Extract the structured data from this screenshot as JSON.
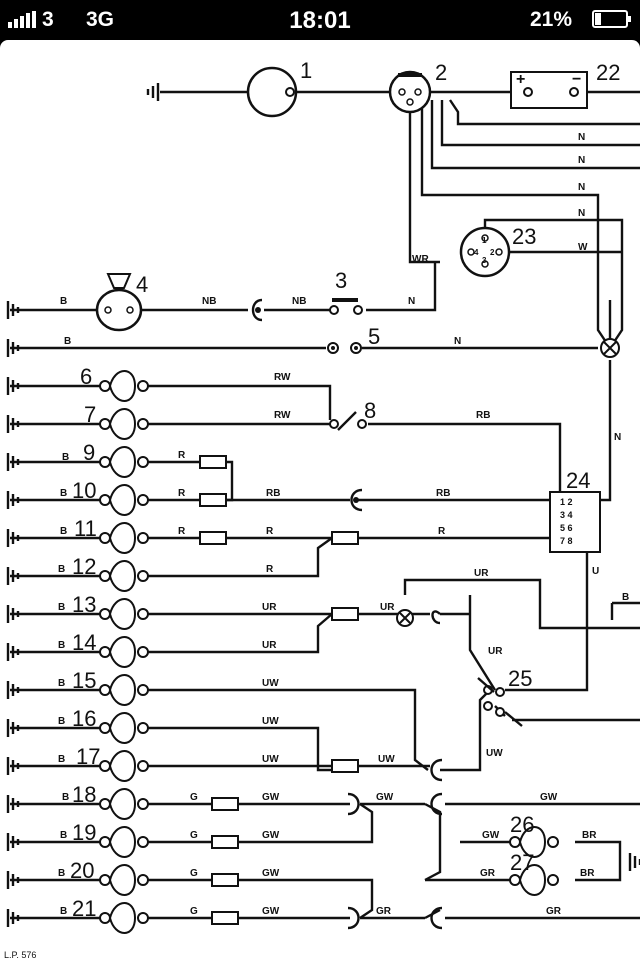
{
  "status_bar": {
    "carrier": "3",
    "network": "3G",
    "time": "18:01",
    "battery": "21%"
  },
  "component_numbers": {
    "n1": "1",
    "n2": "2",
    "n3": "3",
    "n4": "4",
    "n5": "5",
    "n6": "6",
    "n7": "7",
    "n8": "8",
    "n9": "9",
    "n10": "10",
    "n11": "11",
    "n12": "12",
    "n13": "13",
    "n14": "14",
    "n15": "15",
    "n16": "16",
    "n17": "17",
    "n18": "18",
    "n19": "19",
    "n20": "20",
    "n21": "21",
    "n22": "22",
    "n23": "23",
    "n24": "24",
    "n25": "25",
    "n26": "26",
    "n27": "27"
  },
  "wire_codes": {
    "b": "B",
    "nb": "NB",
    "n": "N",
    "wr": "WR",
    "w": "W",
    "rw": "RW",
    "rb": "RB",
    "r": "R",
    "ur": "UR",
    "u": "U",
    "uw": "UW",
    "gw": "GW",
    "gr": "GR",
    "g": "G",
    "br": "BR"
  },
  "battery_terminals": {
    "plus": "+",
    "minus": "−"
  },
  "relay_terminals": {
    "row1": "1 2",
    "row2": "3 4",
    "row3": "5 6",
    "row4": "7 8"
  },
  "switch23_terminals": {
    "t1": "1",
    "t2": "2",
    "t3": "3",
    "t4": "4"
  },
  "footer_text": "L.P. 576"
}
